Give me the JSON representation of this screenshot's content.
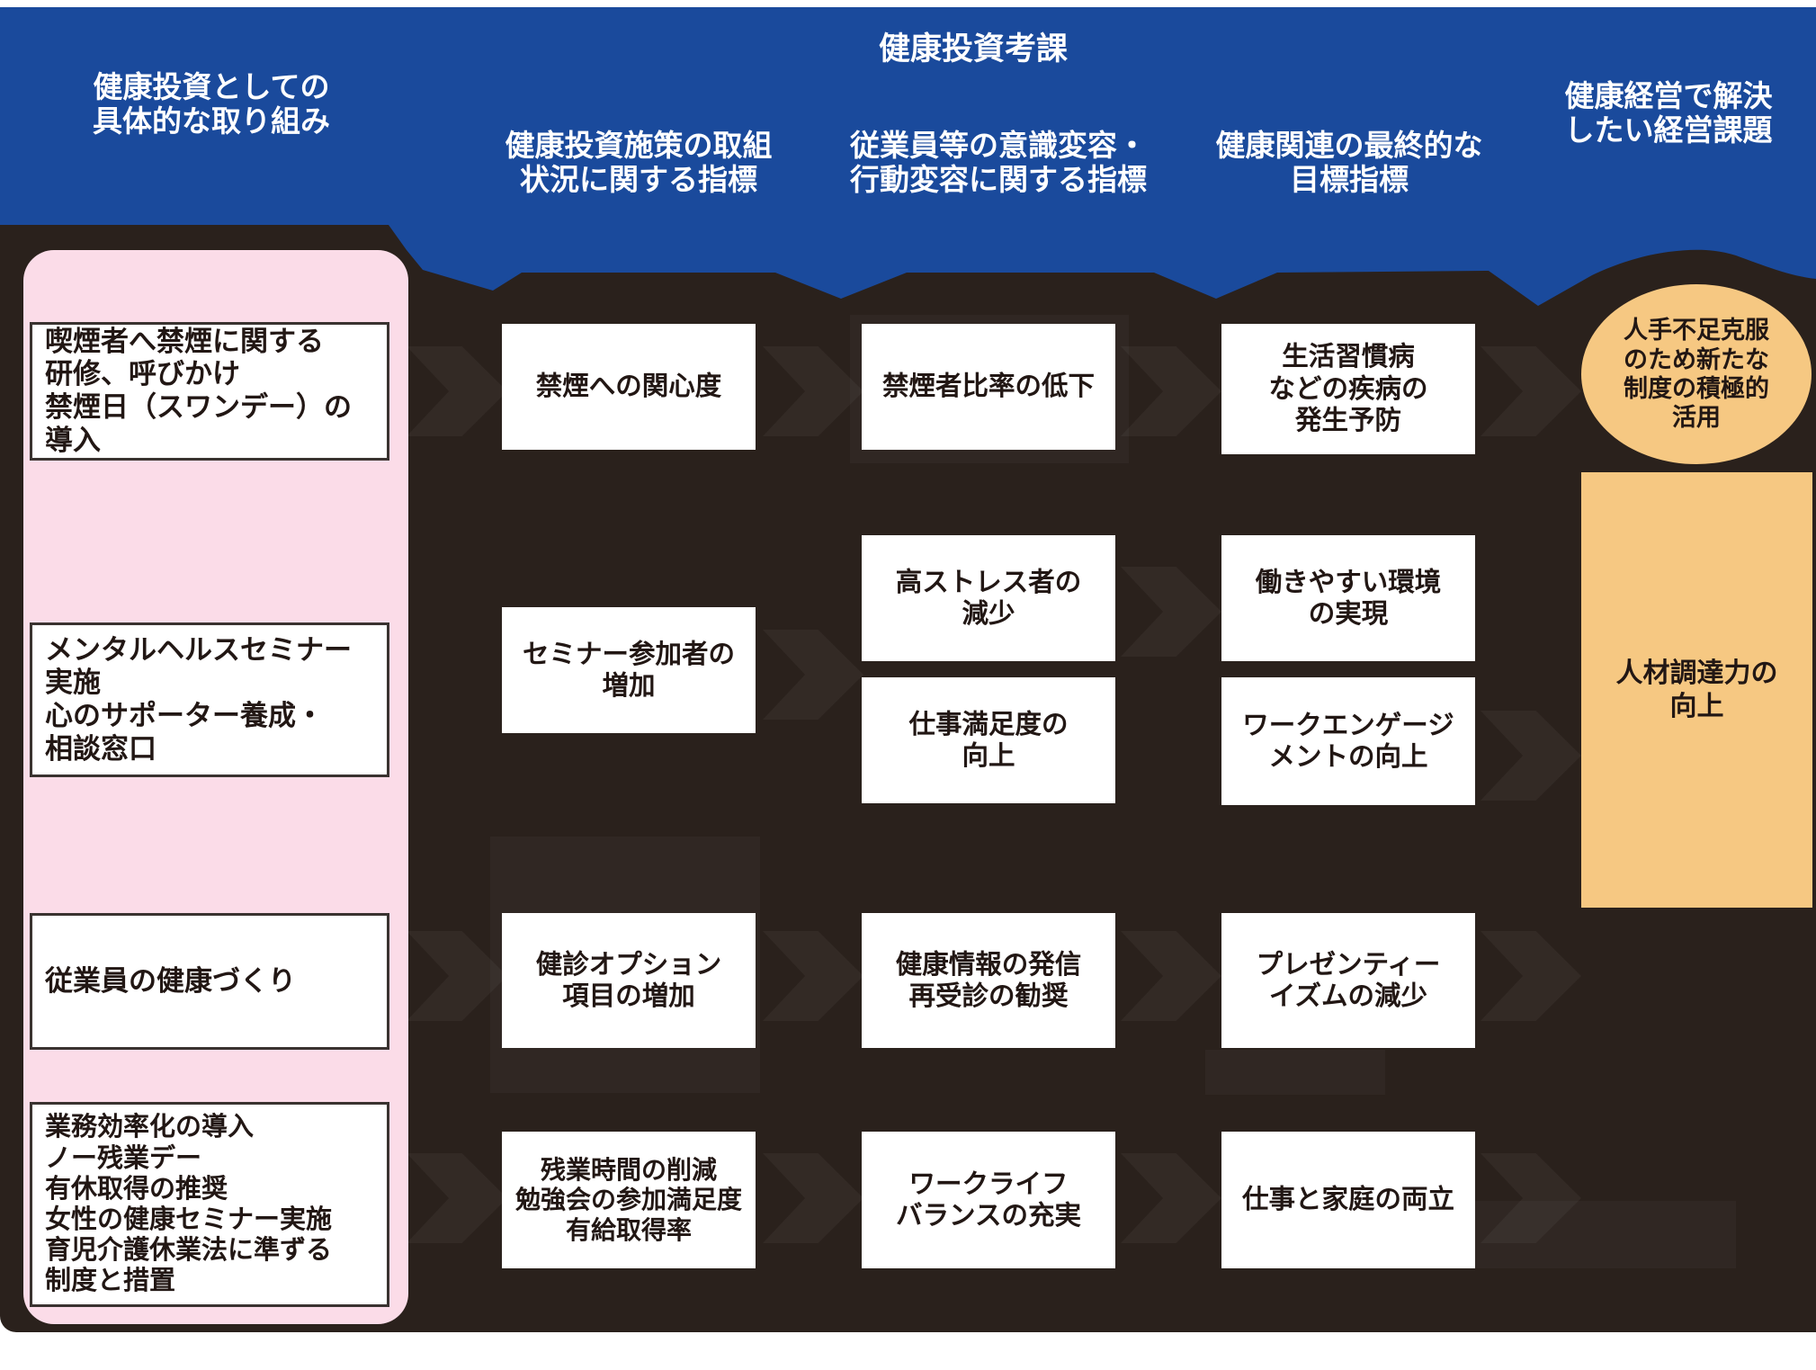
{
  "title": "健康投資考課",
  "colors": {
    "header_blue": "#1A4A9C",
    "background_dark": "#2A211C",
    "panel_pink": "#FBDCE8",
    "accent_orange": "#F6C882",
    "box_white": "#FFFFFF",
    "text_dark": "#221714",
    "text_white": "#FFFFFF"
  },
  "columns": {
    "initiatives": {
      "header": "健康投資としての\n具体的な取り組み",
      "items": [
        "喫煙者へ禁煙に関する\n研修、呼びかけ\n禁煙日（スワンデー）の導入",
        "メンタルヘルスセミナー\n実施\n心のサポーター養成・\n相談窓口",
        "従業員の健康づくり",
        "業務効率化の導入\nノー残業デー\n有休取得の推奨\n女性の健康セミナー実施\n育児介護休業法に準ずる\n制度と措置"
      ]
    },
    "process_indicators": {
      "header": "健康投資施策の取組\n状況に関する指標",
      "items": [
        "禁煙への関心度",
        "セミナー参加者の\n増加",
        "健診オプション\n項目の増加",
        "残業時間の削減\n勉強会の参加満足度\n有給取得率"
      ]
    },
    "behavior_indicators": {
      "header": "従業員等の意識変容・\n行動変容に関する指標",
      "items": [
        "禁煙者比率の低下",
        "高ストレス者の\n減少",
        "仕事満足度の\n向上",
        "健康情報の発信\n再受診の勧奨",
        "ワークライフ\nバランスの充実"
      ]
    },
    "goal_indicators": {
      "header": "健康関連の最終的な\n目標指標",
      "items": [
        "生活習慣病\nなどの疾病の\n発生予防",
        "働きやすい環境\nの実現",
        "ワークエンゲージ\nメントの向上",
        "プレゼンティー\nイズムの減少",
        "仕事と家庭の両立"
      ]
    },
    "management_issues": {
      "header": "健康経営で解決\nしたい経営課題",
      "items": [
        "人手不足克服\nのため新たな\n制度の積極的\n活用",
        "人材調達力の\n向上"
      ]
    }
  }
}
